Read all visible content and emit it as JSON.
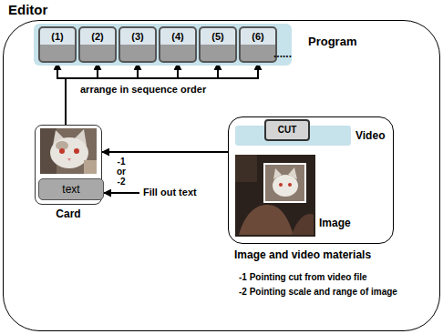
{
  "diagram": {
    "nodes": [
      {
        "text": [
          "Editor"
        ]
      },
      {
        "text": [
          "Program"
        ],
        "in": 0
      },
      {
        "text": [
          "(1)"
        ],
        "in": 1
      },
      {
        "text": [
          "(2)"
        ],
        "in": 1
      },
      {
        "text": [
          "(3)"
        ],
        "in": 1
      },
      {
        "text": [
          "(4)"
        ],
        "in": 1
      },
      {
        "text": [
          "(5)"
        ],
        "in": 1
      },
      {
        "text": [
          "(6)"
        ],
        "in": 1
      },
      {
        "text": [
          "Card"
        ],
        "in": 0
      },
      {
        "text": [
          "text"
        ],
        "in": 8
      },
      {
        "text": [
          "Image and video materials"
        ],
        "in": 0
      },
      {
        "text": [
          "Video"
        ],
        "in": 10
      },
      {
        "text": [
          "CUT"
        ],
        "in": 11
      }
    ],
    "edges": [
      {
        "from": 8,
        "to": 2,
        "arrow": "to"
      },
      {
        "from": 8,
        "to": 3,
        "arrow": "to"
      },
      {
        "from": 8,
        "to": 4,
        "arrow": "to"
      },
      {
        "from": 8,
        "to": 5,
        "arrow": "to"
      },
      {
        "from": 8,
        "to": 6,
        "arrow": "to"
      },
      {
        "from": 8,
        "to": 7,
        "arrow": "to"
      },
      {
        "from": 10,
        "to": 8,
        "arrow": "to",
        "label": "-1 or -2"
      }
    ],
    "labels": [
      "......",
      "arrange in sequence order",
      "Fill out text",
      "Image",
      "-1 Pointing cut from video file",
      "-2 Pointing scale and range of image"
    ]
  }
}
